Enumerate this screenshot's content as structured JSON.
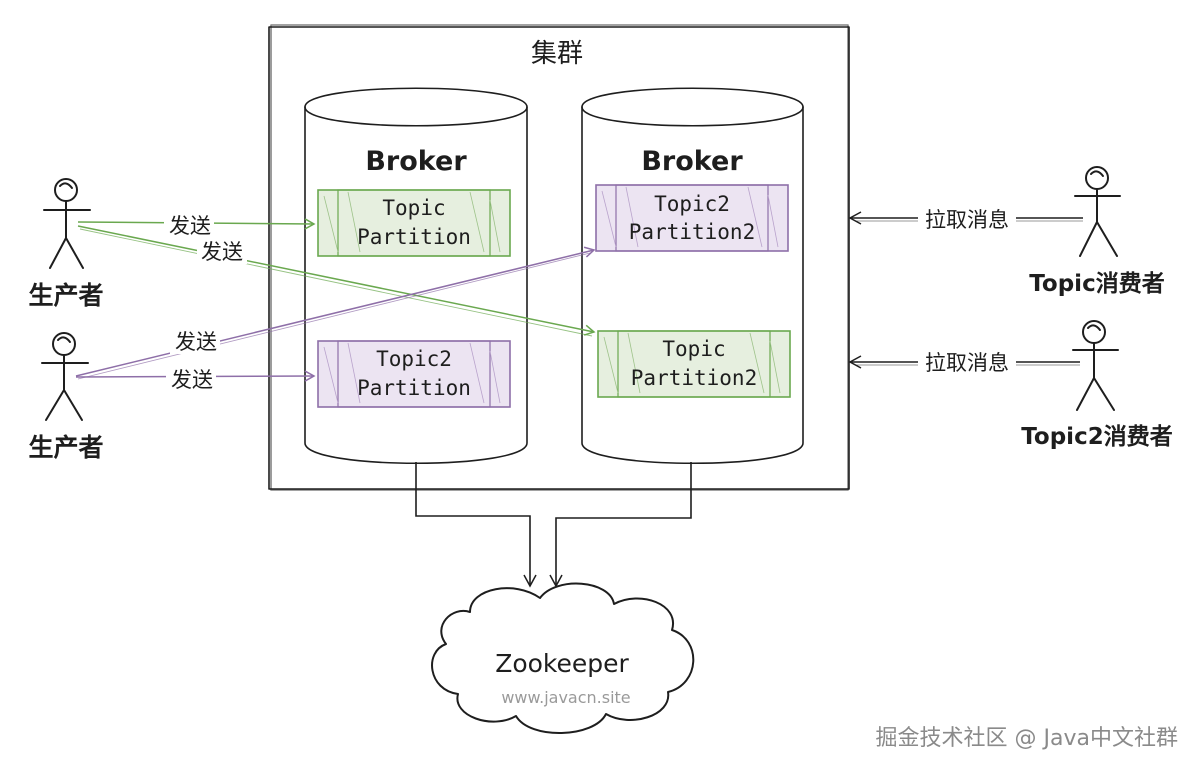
{
  "cluster": {
    "title": "集群"
  },
  "brokers": [
    {
      "title": "Broker",
      "partitions": [
        {
          "line1": "Topic",
          "line2": "Partition",
          "color": "#6aa84f"
        },
        {
          "line1": "Topic2",
          "line2": "Partition",
          "color": "#8e6fa8"
        }
      ]
    },
    {
      "title": "Broker",
      "partitions": [
        {
          "line1": "Topic2",
          "line2": "Partition2",
          "color": "#8e6fa8"
        },
        {
          "line1": "Topic",
          "line2": "Partition2",
          "color": "#6aa84f"
        }
      ]
    }
  ],
  "producers": [
    {
      "label": "生产者"
    },
    {
      "label": "生产者"
    }
  ],
  "consumers": [
    {
      "label": "Topic消费者"
    },
    {
      "label": "Topic2消费者"
    }
  ],
  "edges": {
    "send": "发送",
    "pull": "拉取消息"
  },
  "zookeeper": {
    "title": "Zookeeper",
    "site": "www.javacn.site"
  },
  "watermark": "掘金技术社区 @ Java中文社群",
  "colors": {
    "green": "#6aa84f",
    "purple": "#8e6fa8",
    "ink": "#1e1e1e"
  }
}
